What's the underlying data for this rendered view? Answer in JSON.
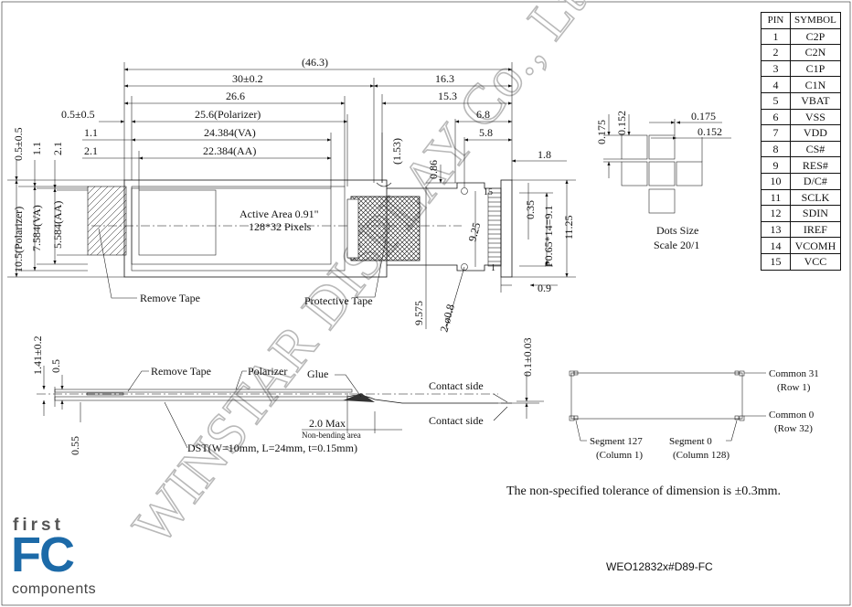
{
  "pin_table": {
    "headers": {
      "pin": "PIN",
      "symbol": "SYMBOL"
    },
    "rows": [
      {
        "pin": "1",
        "symbol": "C2P"
      },
      {
        "pin": "2",
        "symbol": "C2N"
      },
      {
        "pin": "3",
        "symbol": "C1P"
      },
      {
        "pin": "4",
        "symbol": "C1N"
      },
      {
        "pin": "5",
        "symbol": "VBAT"
      },
      {
        "pin": "6",
        "symbol": "VSS"
      },
      {
        "pin": "7",
        "symbol": "VDD"
      },
      {
        "pin": "8",
        "symbol": "CS#"
      },
      {
        "pin": "9",
        "symbol": "RES#"
      },
      {
        "pin": "10",
        "symbol": "D/C#"
      },
      {
        "pin": "11",
        "symbol": "SCLK"
      },
      {
        "pin": "12",
        "symbol": "SDIN"
      },
      {
        "pin": "13",
        "symbol": "IREF"
      },
      {
        "pin": "14",
        "symbol": "VCOMH"
      },
      {
        "pin": "15",
        "symbol": "VCC"
      }
    ]
  },
  "dims_top": {
    "overall": "(46.3)",
    "outline": "30±0.2",
    "right_163": "16.3",
    "glass": "26.6",
    "right_153": "15.3",
    "polarizer": "25.6(Polarizer)",
    "edge_05": "0.5±0.5",
    "right_68": "6.8",
    "va": "24.384(VA)",
    "edge_11": "1.1",
    "right_58": "5.8",
    "aa": "22.384(AA)",
    "edge_21": "2.1",
    "right_18": "1.8",
    "paren_153": "(1.53)"
  },
  "dims_left": {
    "v_05": "0.5±0.5",
    "v_11": "1.1",
    "v_21": "2.1",
    "polarizer_h": "10.5(Polarizer)",
    "va_h": "7.584(VA)",
    "aa_h": "5.584(AA)"
  },
  "dims_right": {
    "d086": "0.86",
    "d925": "9.25",
    "d035": "0.35",
    "pitch": "P0.65*14=9.1",
    "d1125": "11.25",
    "d09": "0.9",
    "d9575": "9.575",
    "holes": "2-ø0.8",
    "pin15": "15",
    "pin1": "1"
  },
  "active_area": {
    "line1": "Active Area 0.91\"",
    "line2": "128*32 Pixels"
  },
  "labels": {
    "remove_tape": "Remove Tape",
    "protective_tape": "Protective Tape",
    "remove_tape_side": "Remove Tape",
    "polarizer": "Polarizer",
    "glue": "Glue",
    "contact_side_top": "Contact side",
    "contact_side_bottom": "Contact side",
    "max_20": "2.0 Max",
    "non_bending": "Non-bending area",
    "dst": "DST(W=10mm, L=24mm, t=0.15mm)"
  },
  "side_dims": {
    "total": "1.41±0.2",
    "d05": "0.5",
    "d055": "0.55",
    "d01": "0.1±0.03"
  },
  "dots": {
    "d0175_v": "0.175",
    "d0152_v": "0.152",
    "d0175_h": "0.175",
    "d0152_h": "0.152",
    "caption1": "Dots Size",
    "caption2": "Scale  20/1"
  },
  "scan": {
    "common31": "Common 31",
    "row1": "(Row 1)",
    "common0": "Common 0",
    "row32": "(Row 32)",
    "seg127": "Segment 127",
    "col1": "(Column 1)",
    "seg0": "Segment 0",
    "col128": "(Column 128)"
  },
  "watermark": "WINSTAR DISPLAY Co., Ltd.",
  "tolerance_note": "The non-specified tolerance of dimension is ±0.3mm.",
  "part_number": "WEO12832x#D89-FC",
  "logo": {
    "first": "first",
    "fc": "FC",
    "components": "components"
  }
}
